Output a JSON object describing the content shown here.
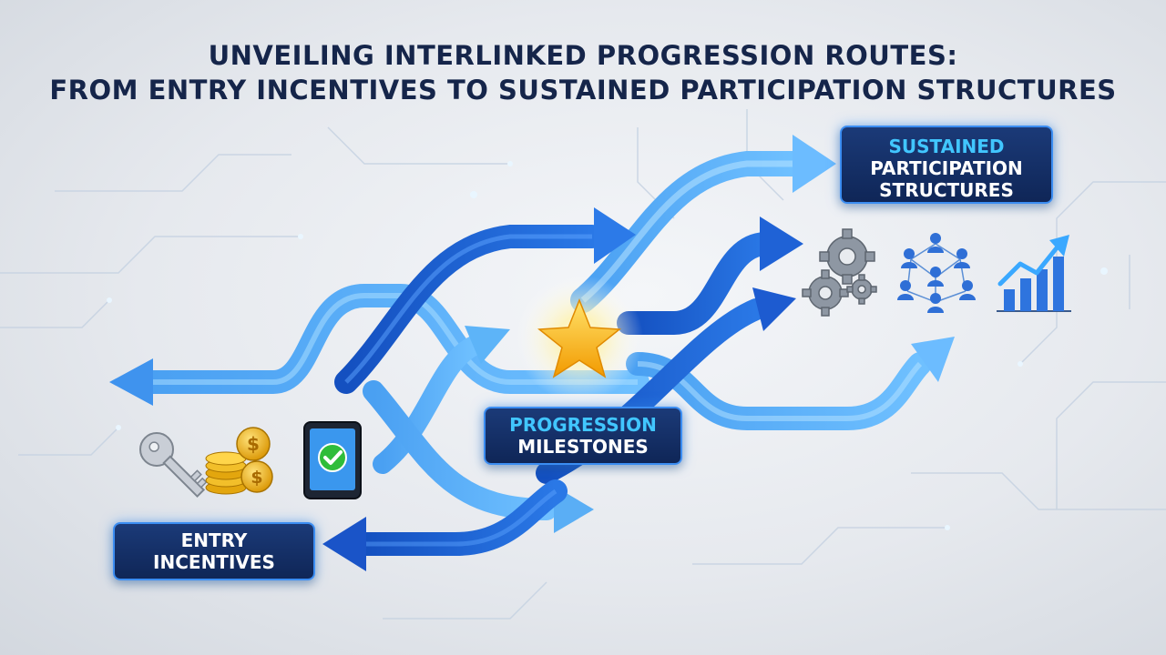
{
  "title": {
    "line1": "UNVEILING INTERLINKED PROGRESSION ROUTES:",
    "line2": "FROM ENTRY INCENTIVES TO SUSTAINED PARTICIPATION STRUCTURES"
  },
  "labels": {
    "sustained": {
      "line1": "SUSTAINED",
      "line2": "PARTICIPATION",
      "line3": "STRUCTURES"
    },
    "progression": {
      "line1": "PROGRESSION",
      "line2": "MILESTONES"
    },
    "entry": {
      "line1": "ENTRY",
      "line2": "INCENTIVES"
    }
  },
  "icons": {
    "entry": [
      "key-icon",
      "coins-icon",
      "tablet-check-icon"
    ],
    "milestone": "star-icon",
    "sustained": [
      "gears-icon",
      "network-people-icon",
      "growth-chart-icon"
    ]
  },
  "colors": {
    "title": "#15254a",
    "label_bg": "#0f2657",
    "label_highlight": "#41c6ff",
    "arrow_light": "#5aaef5",
    "arrow_dark": "#1c5fd0",
    "star": "#f7b500"
  }
}
